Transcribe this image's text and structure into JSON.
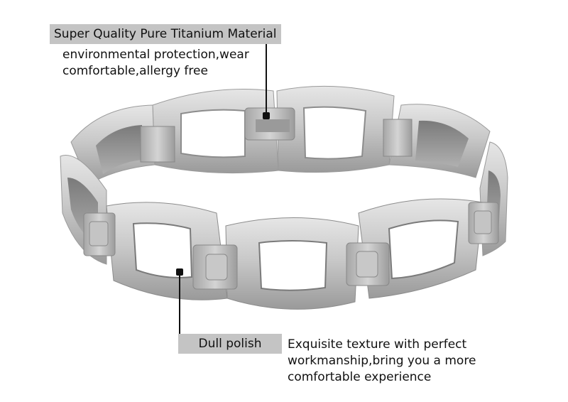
{
  "callouts": {
    "material": {
      "title": "Super Quality Pure Titanium Material",
      "lines": [
        "environmental protection,wear",
        "comfortable,allergy free"
      ]
    },
    "finish": {
      "title": "Dull polish",
      "lines": [
        "Exquisite texture with perfect",
        "workmanship,bring you a more",
        "comfortable experience"
      ]
    }
  },
  "colors": {
    "label_background": "#c4c4c4",
    "text": "#111111",
    "metal_light": "#d9d9d9",
    "metal_mid": "#b8b8b8",
    "metal_dark": "#8c8c8c"
  }
}
